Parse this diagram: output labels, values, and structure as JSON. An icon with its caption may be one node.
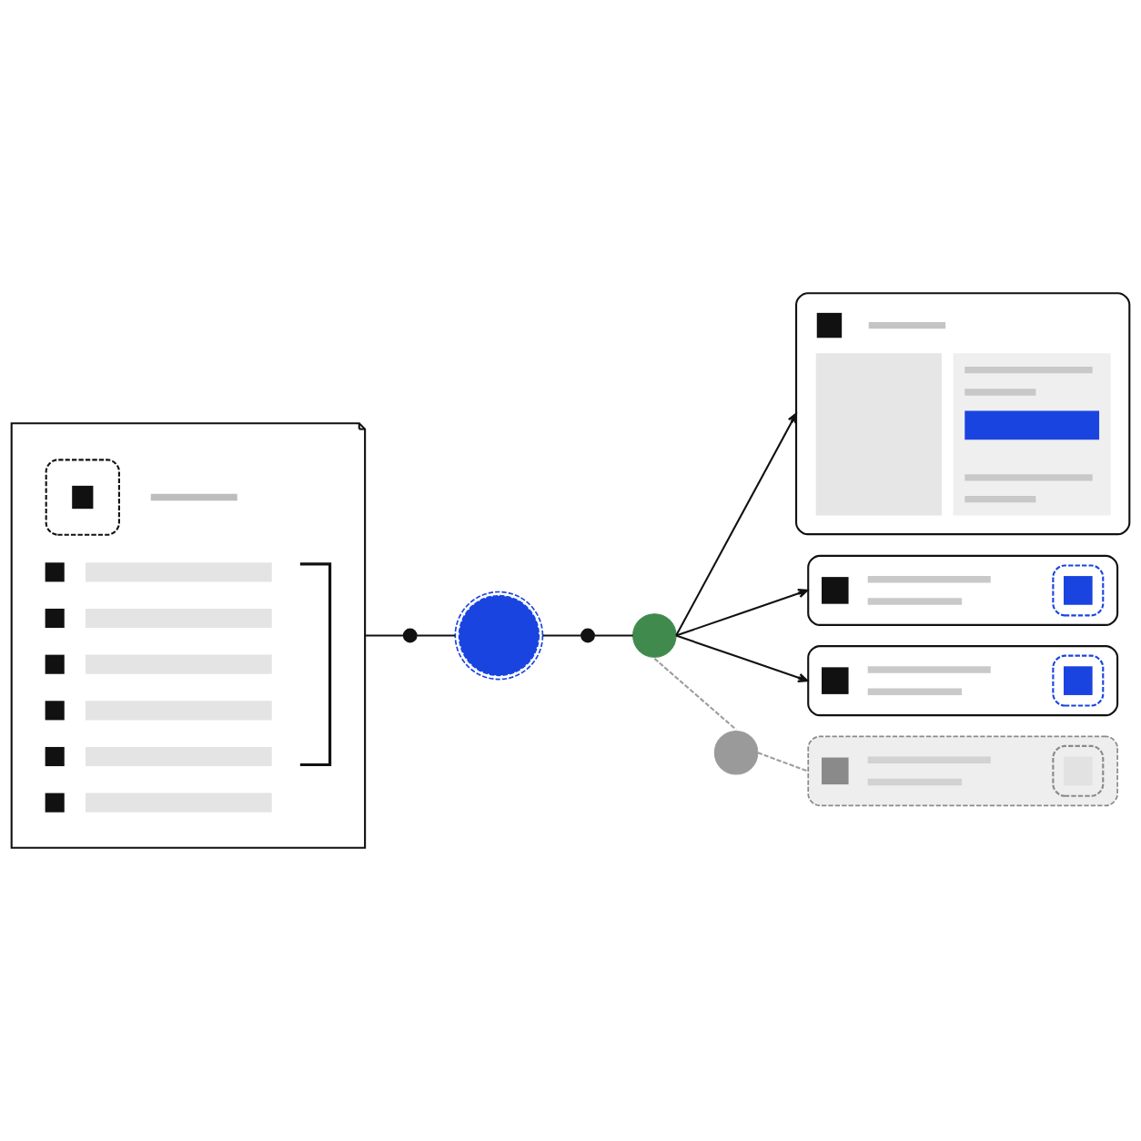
{
  "diagram": {
    "nodes": [
      {
        "text": [],
        "shape": "document"
      },
      {
        "text": [],
        "shape": "circle"
      },
      {
        "text": [],
        "shape": "circle"
      },
      {
        "text": [],
        "shape": "circle"
      },
      {
        "text": [],
        "shape": "circle"
      },
      {
        "text": [],
        "shape": "box"
      },
      {
        "text": [],
        "shape": "box"
      },
      {
        "text": [],
        "shape": "box"
      },
      {
        "text": [],
        "shape": "circle"
      },
      {
        "text": [],
        "shape": "box"
      }
    ],
    "edges": [
      {
        "from": 0,
        "to": 1,
        "arrow": "none"
      },
      {
        "from": 1,
        "to": 2,
        "arrow": "none"
      },
      {
        "from": 2,
        "to": 3,
        "arrow": "none"
      },
      {
        "from": 3,
        "to": 4,
        "arrow": "none"
      },
      {
        "from": 4,
        "to": 5,
        "arrow": "to"
      },
      {
        "from": 4,
        "to": 6,
        "arrow": "to"
      },
      {
        "from": 4,
        "to": 7,
        "arrow": "to"
      },
      {
        "from": 4,
        "to": 8,
        "arrow": "none",
        "style": "dashed",
        "color": "#9e9e9e"
      },
      {
        "from": 8,
        "to": 9,
        "arrow": "none",
        "style": "dashed",
        "color": "#9e9e9e"
      }
    ]
  }
}
